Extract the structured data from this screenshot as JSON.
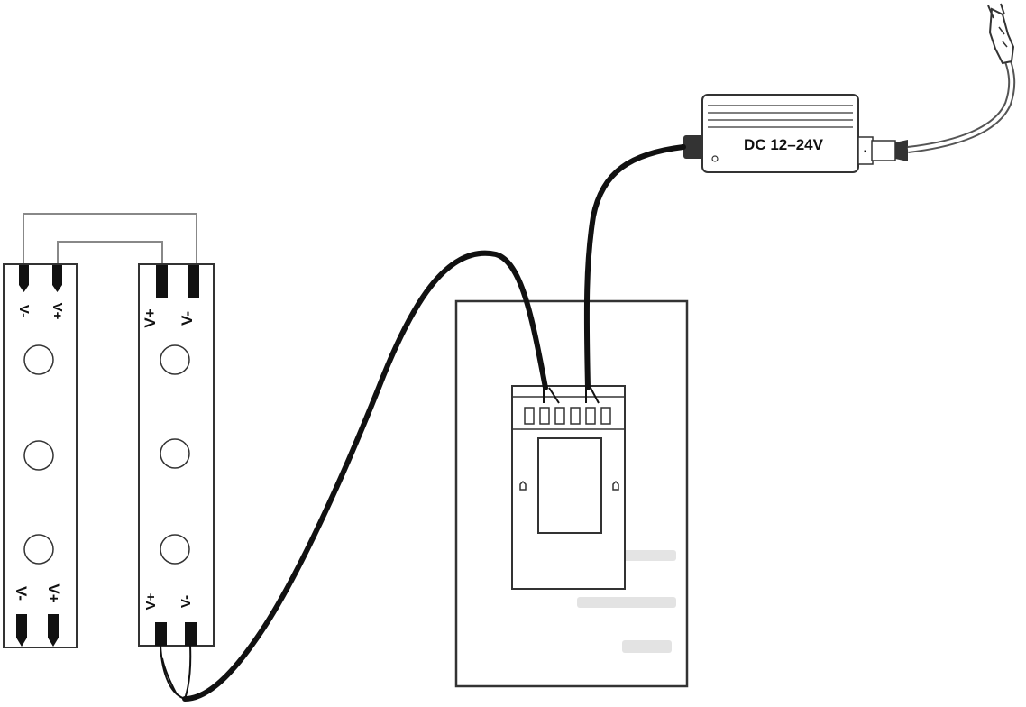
{
  "adapter": {
    "label": "DC 12–24V"
  },
  "strip_left": {
    "top_labels": [
      "V-",
      "V+"
    ],
    "bottom_labels": [
      "V-",
      "V+"
    ]
  },
  "strip_right": {
    "top_labels": [
      "V+",
      "V-"
    ],
    "bottom_labels": [
      "V+",
      "V-"
    ]
  },
  "colors": {
    "line": "#111111",
    "outline": "#333333",
    "wire_gray": "#777777"
  }
}
